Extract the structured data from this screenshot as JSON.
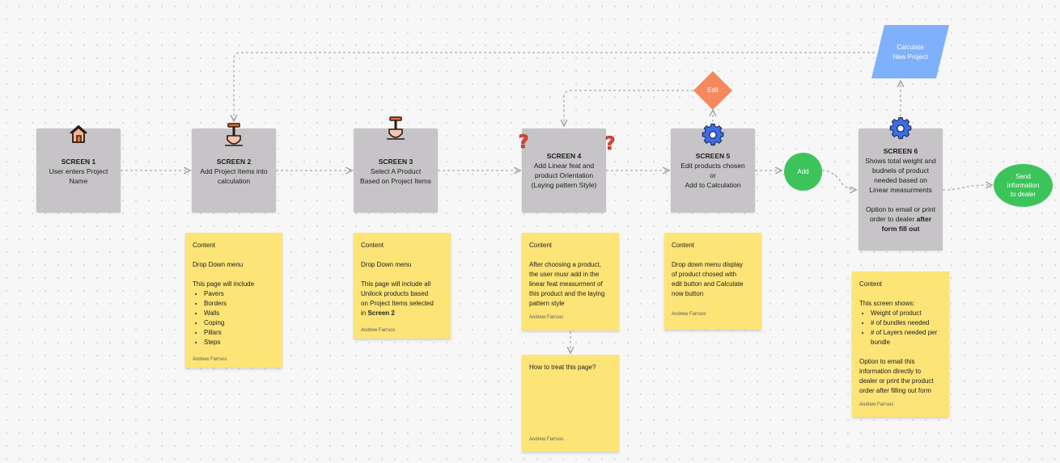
{
  "screens": [
    {
      "title": "SCREEN 1",
      "body": "User enters Project\nName",
      "icon": "house-icon"
    },
    {
      "title": "SCREEN 2",
      "body": "Add Project Items into\ncalculation",
      "icon": "shovel-icon"
    },
    {
      "title": "SCREEN 3",
      "body": "Select A Product\nBased on Project Items",
      "icon": "shovel-icon"
    },
    {
      "title": "SCREEN 4",
      "body": "Add Linear feat and\nproduct Orientation\n(Laying pattern Style)",
      "icon": "question-icon"
    },
    {
      "title": "SCREEN 5",
      "body": "Edit products chosen\nor\nAdd to Calculation",
      "icon": "gear-icon"
    },
    {
      "title": "SCREEN 6",
      "body": "Shows total weight and\nbudnels of product\nneeded based on\nLinear measurments\n\nOption to email or print\norder to dealer",
      "body_bold": "after\nform fill out",
      "icon": "gear-icon"
    }
  ],
  "notes": [
    {
      "heading": "Content",
      "intro": "Drop Down menu\n\nThis page will include",
      "items": [
        "Pavers",
        "Borders",
        "Walls",
        "Coping",
        "Pillars",
        "Steps"
      ],
      "author": "Andrew Farrsos"
    },
    {
      "heading": "Content",
      "text": "Drop Down menu\n\nThis page will include all\nUnilock products based\non Project Items selected\nin",
      "text_bold": "Screen 2",
      "author": "Andrew Farrsos"
    },
    {
      "heading": "Content",
      "text": "After choosing a product,\nthe user musr add in the\nlinear feat measurment of\nthis product and the laying\npattern style",
      "author": "Andrew Farrsos"
    },
    {
      "heading": "How to treat this page?",
      "author": "Andrew Farrsos"
    },
    {
      "heading": "Content",
      "text": "Drop down menu display\nof product chosed with\nedit button and Calculate\nnow button",
      "author": "Andrew Farrsos"
    },
    {
      "heading": "Content",
      "intro": "This screen shows:",
      "items": [
        "Weight of product",
        "# of bundles needed",
        "# of Layers needed per\nbundle"
      ],
      "outro": "Option to email this\ninformation directly to\ndealer or print the product\norder after filling out form",
      "author": "Andrew Farrsos"
    }
  ],
  "shapes": {
    "add": "Add",
    "send": "Send\ninformation\nto dealer",
    "edit": "Edit",
    "calculate": "Calculate\nNew Project"
  },
  "colors": {
    "screen_fill": "#c6c4c6",
    "sticky_fill": "#fde476",
    "green_circle": "#3cc45b",
    "edit_diamond": "#f5895e",
    "calc_parallelogram": "#7fb0fb",
    "gear": "#3f6ee3",
    "question": "#e8452c",
    "connector": "#aaaaaa"
  }
}
